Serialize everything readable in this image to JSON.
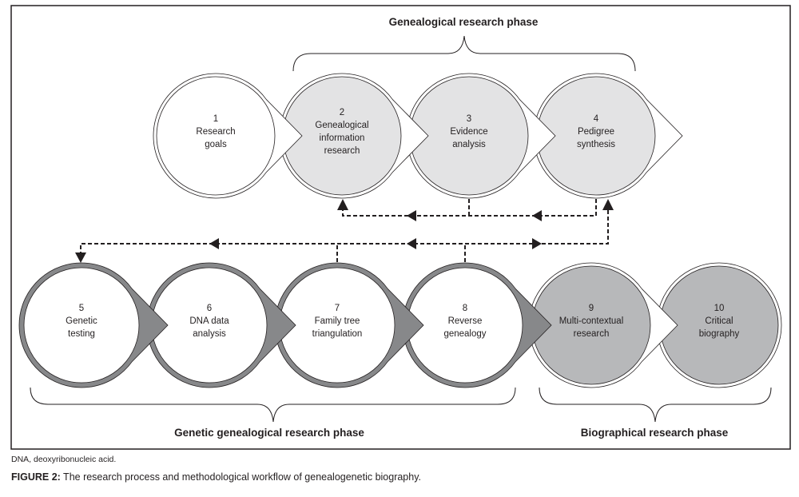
{
  "figure": {
    "caption_label": "FIGURE 2:",
    "caption_text": " The research process and methodological workflow of genealogenetic biography.",
    "footnote": "DNA, deoxyribonucleic acid."
  },
  "phases": {
    "genealogical": "Genealogical research phase",
    "genetic_genealogical": "Genetic genealogical research phase",
    "biographical": "Biographical research phase"
  },
  "colors": {
    "ink": "#231f20",
    "white": "#ffffff",
    "light_grey": "#e3e3e4",
    "mid_grey": "#b7b8ba",
    "dark_grey": "#87888a"
  },
  "nodes": [
    {
      "id": 1,
      "number": "1",
      "lines": [
        "Research",
        "goals"
      ],
      "row": "top",
      "style": "outline",
      "fill": "white",
      "tip": true
    },
    {
      "id": 2,
      "number": "2",
      "lines": [
        "Genealogical",
        "information",
        "research"
      ],
      "row": "top",
      "style": "outline",
      "fill": "light_grey",
      "tip": true
    },
    {
      "id": 3,
      "number": "3",
      "lines": [
        "Evidence",
        "analysis"
      ],
      "row": "top",
      "style": "outline",
      "fill": "light_grey",
      "tip": true
    },
    {
      "id": 4,
      "number": "4",
      "lines": [
        "Pedigree",
        "synthesis"
      ],
      "row": "top",
      "style": "outline",
      "fill": "light_grey",
      "tip": true
    },
    {
      "id": 5,
      "number": "5",
      "lines": [
        "Genetic",
        "testing"
      ],
      "row": "bottom",
      "style": "solid",
      "fill": "white",
      "tip": true
    },
    {
      "id": 6,
      "number": "6",
      "lines": [
        "DNA data",
        "analysis"
      ],
      "row": "bottom",
      "style": "solid",
      "fill": "white",
      "tip": true
    },
    {
      "id": 7,
      "number": "7",
      "lines": [
        "Family tree",
        "triangulation"
      ],
      "row": "bottom",
      "style": "solid",
      "fill": "white",
      "tip": true
    },
    {
      "id": 8,
      "number": "8",
      "lines": [
        "Reverse",
        "genealogy"
      ],
      "row": "bottom",
      "style": "solid",
      "fill": "white",
      "tip": true
    },
    {
      "id": 9,
      "number": "9",
      "lines": [
        "Multi-contextual",
        "research"
      ],
      "row": "bottom",
      "style": "outline",
      "fill": "mid_grey",
      "tip": true
    },
    {
      "id": 10,
      "number": "10",
      "lines": [
        "Critical",
        "biography"
      ],
      "row": "bottom",
      "style": "outline",
      "fill": "mid_grey",
      "tip": false
    }
  ],
  "feedback_links": [
    {
      "from": 3,
      "to": 2,
      "type": "dashed"
    },
    {
      "from": 4,
      "to": 2,
      "type": "dashed"
    },
    {
      "from": 7,
      "to": 5,
      "type": "dashed"
    },
    {
      "from": 8,
      "to": 5,
      "type": "dashed"
    },
    {
      "from": 8,
      "to": 4,
      "type": "dashed"
    }
  ]
}
